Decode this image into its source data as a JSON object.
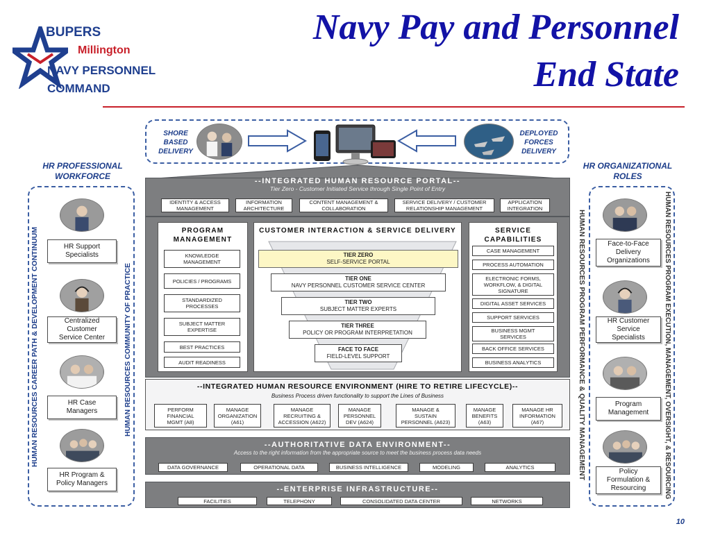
{
  "header": {
    "logo_bupers": "BUPERS",
    "logo_millington": "Millington",
    "logo_npc": "NAVY PERSONNEL",
    "logo_command": "COMMAND",
    "title_line1": "Navy Pay and Personnel",
    "title_line2": "End State"
  },
  "delivery": {
    "shore": "SHORE\nBASED\nDELIVERY",
    "deployed": "DEPLOYED\nFORCES\nDELIVERY"
  },
  "left_panel": {
    "heading": "HR PROFESSIONAL\nWORKFORCE",
    "vertical_outer": "HUMAN RESOURCES CAREER PATH & DEVELOPMENT CONTINUUM",
    "vertical_inner": "HUMAN RESOURCES COMMUNITY OF PRACTICE",
    "roles": [
      "HR Support\nSpecialists",
      "Centralized\nCustomer\nService Center",
      "HR Case\nManagers",
      "HR Program &\nPolicy Managers"
    ]
  },
  "right_panel": {
    "heading": "HR ORGANIZATIONAL\nROLES",
    "vertical_inner": "HUMAN RESOURCES PROGRAM PERFORMANCE & QUALITY MANAGEMENT",
    "vertical_outer": "HUMAN RESOURCES PROGRAM EXECUTION, MANAGEMENT, OVERSIGHT, & RESOURCING",
    "roles": [
      "Face-to-Face\nDelivery\nOrganizations",
      "HR Customer\nService\nSpecialists",
      "Program\nManagement",
      "Policy\nFormulation  &\nResourcing"
    ]
  },
  "portal": {
    "title": "--INTEGRATED HUMAN RESOURCE PORTAL--",
    "subtitle": "Tier Zero  - Customer Initiated Service  through Single Point of Entry",
    "chips": [
      "IDENTITY & ACCESS\nMANAGEMENT",
      "INFORMATION\nARCHITECTURE",
      "CONTENT MANAGEMENT &\nCOLLABORATION",
      "SERVICE DELIVERY / CUSTOMER\nRELATIONSHIP MANAGEMENT",
      "APPLICATION\nINTEGRATION"
    ]
  },
  "program_management": {
    "title": "PROGRAM\nMANAGEMENT",
    "items": [
      "KNOWLEDGE\nMANAGEMENT",
      "POLICIES / PROGRAMS",
      "STANDARDIZED\nPROCESSES",
      "SUBJECT MATTER\nEXPERTISE",
      "BEST PRACTICES",
      "AUDIT READINESS"
    ]
  },
  "customer_interaction": {
    "title": "CUSTOMER INTERACTION & SERVICE DELIVERY",
    "tiers": [
      {
        "name": "TIER ZERO",
        "desc": "SELF-SERVICE  PORTAL"
      },
      {
        "name": "TIER ONE",
        "desc": "NAVY PERSONNEL  CUSTOMER  SERVICE  CENTER"
      },
      {
        "name": "TIER TWO",
        "desc": "SUBJECT MATTER  EXPERTS"
      },
      {
        "name": "TIER THREE",
        "desc": "POLICY OR PROGRAM  INTERPRETATION"
      },
      {
        "name": "FACE TO FACE",
        "desc": "FIELD-LEVEL SUPPORT"
      }
    ]
  },
  "service_capabilities": {
    "title": "SERVICE\nCAPABILITIES",
    "items": [
      "CASE MANAGEMENT",
      "PROCESS AUTOMATION",
      "ELECTRONIC FORMS,\nWORKFLOW, & DIGITAL\nSIGNATURE",
      "DIGITAL ASSET SERVICES",
      "SUPPORT SERVICES",
      "BUSINESS MGMT\nSERVICES",
      "BACK OFFICE SERVICES",
      "BUSINESS ANALYTICS"
    ]
  },
  "environment": {
    "title": "--INTEGRATED  HUMAN  RESOURCE  ENVIRONMENT  (HIRE TO RETIRE  LIFECYCLE)--",
    "subtitle": "Business Process driven functionality to support the Lines of Business",
    "chips": [
      "PERFORM\nFINANCIAL\nMGMT (A8)",
      "MANAGE\nORGANIZATION\n(A61)",
      "MANAGE\nRECRUITING &\nACCESSION (A622)",
      "MANAGE\nPERSONNEL\nDEV (A624)",
      "MANAGE &\nSUSTAIN\nPERSONNEL (A623)",
      "MANAGE\nBENEFITS\n(A63)",
      "MANAGE HR\nINFORMATION\n(A67)"
    ]
  },
  "data_env": {
    "title": "--AUTHORITATIVE DATA ENVIRONMENT--",
    "subtitle": "Access to the right information from the appropriate source to meet the business process data needs",
    "chips": [
      "DATA GOVERNANCE",
      "OPERATIONAL DATA",
      "BUSINESS INTELLIGENCE",
      "MODELING",
      "ANALYTICS"
    ]
  },
  "infrastructure": {
    "title": "--ENTERPRISE INFRASTRUCTURE--",
    "chips": [
      "FACILITIES",
      "TELEPHONY",
      "CONSOLIDATED DATA CENTER",
      "NETWORKS"
    ]
  },
  "page_number": "10",
  "colors": {
    "title_blue": "#1212a6",
    "accent_red": "#c8202a",
    "panel_gray": "#7d7e80",
    "tier_zero_yellow": "#fdf7c5",
    "label_blue": "#1c3d8a"
  }
}
